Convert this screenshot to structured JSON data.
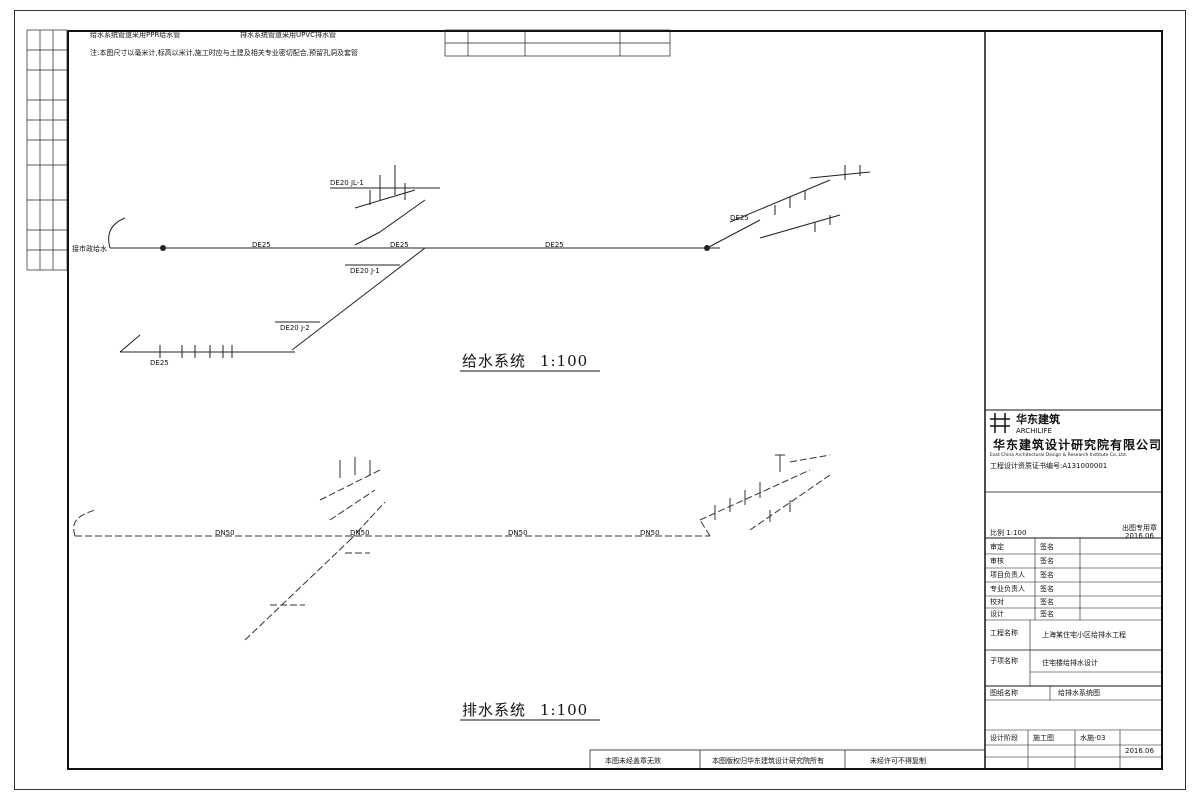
{
  "notes": {
    "line1a": "给水系统管道采用PPR给水管",
    "line1b": "排水系统管道采用UPVC排水管",
    "line2": "注:本图尺寸以毫米计,标高以米计,施工时应与土建及相关专业密切配合,预留孔洞及套管"
  },
  "labels": {
    "supply_title": "给水系统",
    "supply_scale": "1:100",
    "drain_title": "排水系统",
    "drain_scale": "1:100",
    "source_tag": "接市政给水",
    "pipe_de": "DE25",
    "pipe_dn": "DN50",
    "supply_sub_a": "DE20 J-1",
    "supply_sub_b": "DE20 J-2",
    "supply_sub_c": "DE25",
    "supply_branch_tag": "DE20 JL-1"
  },
  "title_block": {
    "logo_cn": "华东建筑",
    "logo_en": "ARCHILIFE",
    "company": "华东建筑设计研究院有限公司",
    "company_en": "East China Architectural Design & Research Institute Co.,Ltd.",
    "cert": "工程设计资质证书编号:A131000001",
    "seal_label": "出图专用章",
    "seal_date": "2016.06",
    "scale_label": "比例 1:100",
    "roles": [
      {
        "role": "审定",
        "name": "签名"
      },
      {
        "role": "审核",
        "name": "签名"
      },
      {
        "role": "项目负责人",
        "name": "签名"
      },
      {
        "role": "专业负责人",
        "name": "签名"
      },
      {
        "role": "校对",
        "name": "签名"
      },
      {
        "role": "设计",
        "name": "签名"
      }
    ],
    "project_label": "工程名称",
    "project": "上海某住宅小区给排水工程",
    "subitem_label": "子项名称",
    "subitem": "住宅楼给排水设计",
    "drawing_label": "图纸名称",
    "drawing": "给排水系统图",
    "stage_label": "设计阶段",
    "stage": "施工图",
    "sheet_no": "水施-03",
    "date": "2016.06"
  },
  "footer": {
    "f1": "本图未经盖章无效",
    "f2": "本图版权归华东建筑设计研究院所有",
    "f3": "未经许可不得复制"
  }
}
